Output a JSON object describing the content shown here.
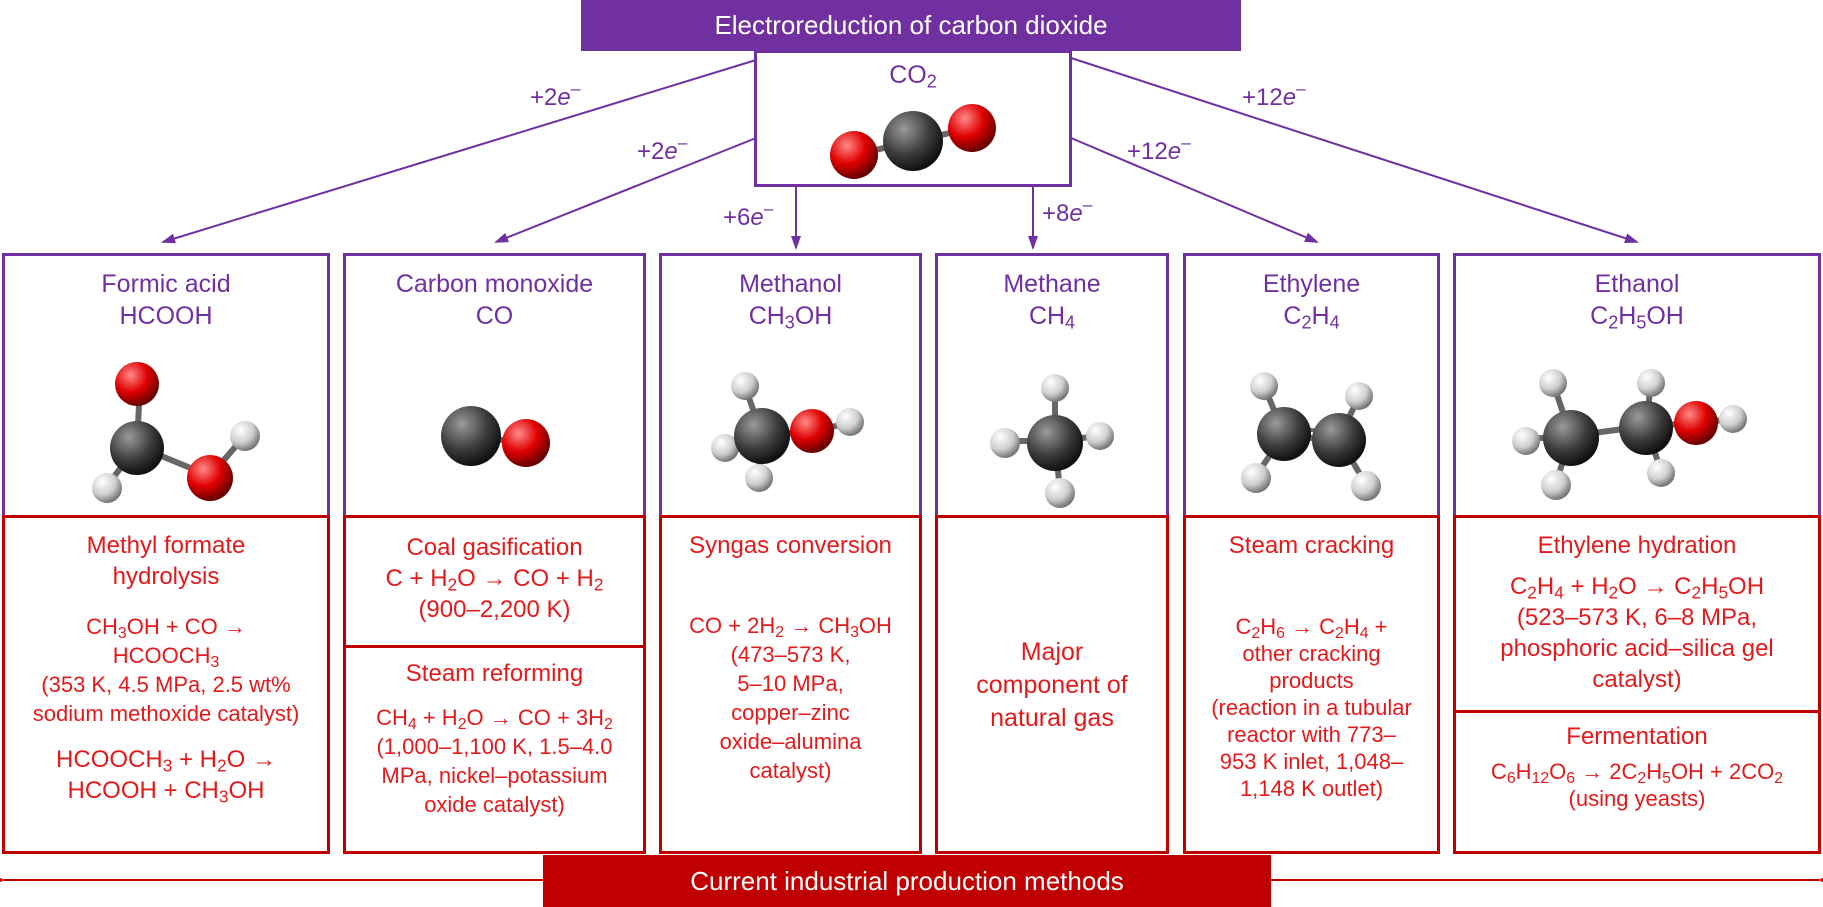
{
  "header": {
    "title": "Electroreduction of carbon dioxide"
  },
  "source": {
    "formula": [
      "CO",
      "2",
      ""
    ]
  },
  "footer": {
    "label": "Current industrial production methods"
  },
  "electron_labels": [
    [
      "+2",
      "e",
      "–"
    ],
    [
      "+2",
      "e",
      "–"
    ],
    [
      "+6",
      "e",
      "–"
    ],
    [
      "+8",
      "e",
      "–"
    ],
    [
      "+12",
      "e",
      "–"
    ],
    [
      "+12",
      "e",
      "–"
    ]
  ],
  "products": [
    {
      "name": "Formic acid",
      "formula": [
        "HCOOH",
        "",
        ""
      ],
      "methods": [
        {
          "title": [
            "Methyl formate",
            "hydrolysis"
          ],
          "body": [
            [
              "CH",
              "3",
              "OH + CO →"
            ],
            [
              "HCOOCH",
              "3",
              ""
            ],
            [
              "(353 K, 4.5 MPa, 2.5 wt%",
              "",
              ""
            ],
            [
              "sodium methoxide catalyst)",
              "",
              ""
            ]
          ],
          "body2": [
            [
              "HCOOCH",
              "3",
              " + H",
              "2",
              "O →"
            ],
            [
              "HCOOH + CH",
              "3",
              "OH",
              "",
              ""
            ]
          ]
        }
      ]
    },
    {
      "name": "Carbon monoxide",
      "formula": [
        "CO",
        "",
        ""
      ],
      "methods": [
        {
          "title": [
            "Coal gasification"
          ],
          "body": [
            [
              "C + H",
              "2",
              "O → CO + H",
              "2",
              ""
            ],
            [
              "(900–2,200 K)",
              "",
              "",
              "",
              ""
            ]
          ]
        },
        {
          "title": [
            "Steam reforming"
          ],
          "body": [
            [
              "CH",
              "4",
              " + H",
              "2",
              "O → CO + 3H",
              "2",
              ""
            ],
            [
              "(1,000–1,100 K, 1.5–4.0",
              "",
              "",
              "",
              "",
              "",
              ""
            ],
            [
              "MPa, nickel–potassium",
              "",
              "",
              "",
              "",
              "",
              ""
            ],
            [
              "oxide catalyst)",
              "",
              "",
              "",
              "",
              "",
              ""
            ]
          ]
        }
      ]
    },
    {
      "name": "Methanol",
      "formula": [
        "CH",
        "3",
        "OH"
      ],
      "methods": [
        {
          "title": [
            "Syngas conversion"
          ],
          "body": [
            [
              "CO + 2H",
              "2",
              " → CH",
              "3",
              "OH"
            ],
            [
              "(473–573 K,",
              "",
              "",
              "",
              ""
            ],
            [
              "5–10 MPa,",
              "",
              "",
              "",
              ""
            ],
            [
              "copper–zinc",
              "",
              "",
              "",
              ""
            ],
            [
              "oxide–alumina",
              "",
              "",
              "",
              ""
            ],
            [
              "catalyst)",
              "",
              "",
              "",
              ""
            ]
          ]
        }
      ]
    },
    {
      "name": "Methane",
      "formula": [
        "CH",
        "4",
        ""
      ],
      "methods": [
        {
          "title": [],
          "body": [
            [
              "Major"
            ],
            [
              "component of"
            ],
            [
              "natural gas"
            ]
          ]
        }
      ]
    },
    {
      "name": "Ethylene",
      "formula": [
        "C",
        "2",
        "H",
        "4",
        ""
      ],
      "methods": [
        {
          "title": [
            "Steam cracking"
          ],
          "body": [
            [
              "C",
              "2",
              "H",
              "6",
              " → C",
              "2",
              "H",
              "4",
              " +"
            ],
            [
              "other cracking",
              "",
              "",
              "",
              "",
              "",
              "",
              "",
              ""
            ],
            [
              "products",
              "",
              "",
              "",
              "",
              "",
              "",
              "",
              ""
            ],
            [
              "(reaction in a tubular",
              "",
              "",
              "",
              "",
              "",
              "",
              "",
              ""
            ],
            [
              "reactor with 773–",
              "",
              "",
              "",
              "",
              "",
              "",
              "",
              ""
            ],
            [
              "953 K inlet, 1,048–",
              "",
              "",
              "",
              "",
              "",
              "",
              "",
              ""
            ],
            [
              "1,148 K outlet)",
              "",
              "",
              "",
              "",
              "",
              "",
              "",
              ""
            ]
          ]
        }
      ]
    },
    {
      "name": "Ethanol",
      "formula": [
        "C",
        "2",
        "H",
        "5",
        "OH"
      ],
      "methods": [
        {
          "title": [
            "Ethylene hydration"
          ],
          "body": [
            [
              "C",
              "2",
              "H",
              "4",
              " + H",
              "2",
              "O → C",
              "2",
              "H",
              "5",
              "OH"
            ],
            [
              "(523–573 K, 6–8 MPa,",
              "",
              "",
              "",
              "",
              "",
              "",
              "",
              "",
              "",
              ""
            ],
            [
              "phosphoric acid–silica gel",
              "",
              "",
              "",
              "",
              "",
              "",
              "",
              "",
              "",
              ""
            ],
            [
              "catalyst)",
              "",
              "",
              "",
              "",
              "",
              "",
              "",
              "",
              "",
              ""
            ]
          ]
        },
        {
          "title": [
            "Fermentation"
          ],
          "body": [
            [
              "C",
              "6",
              "H",
              "12",
              "O",
              "6",
              " → 2C",
              "2",
              "H",
              "5",
              "OH + 2CO",
              "2",
              ""
            ],
            [
              "(using yeasts)",
              "",
              "",
              "",
              "",
              "",
              "",
              "",
              "",
              "",
              "",
              "",
              ""
            ]
          ]
        }
      ]
    }
  ],
  "colors": {
    "purple": "#7030a0",
    "red": "#c00000",
    "text_red": "#e31a1c",
    "carbon": "#3d3d3d",
    "oxygen": "#e00000",
    "hydrogen": "#e0e0e0"
  }
}
